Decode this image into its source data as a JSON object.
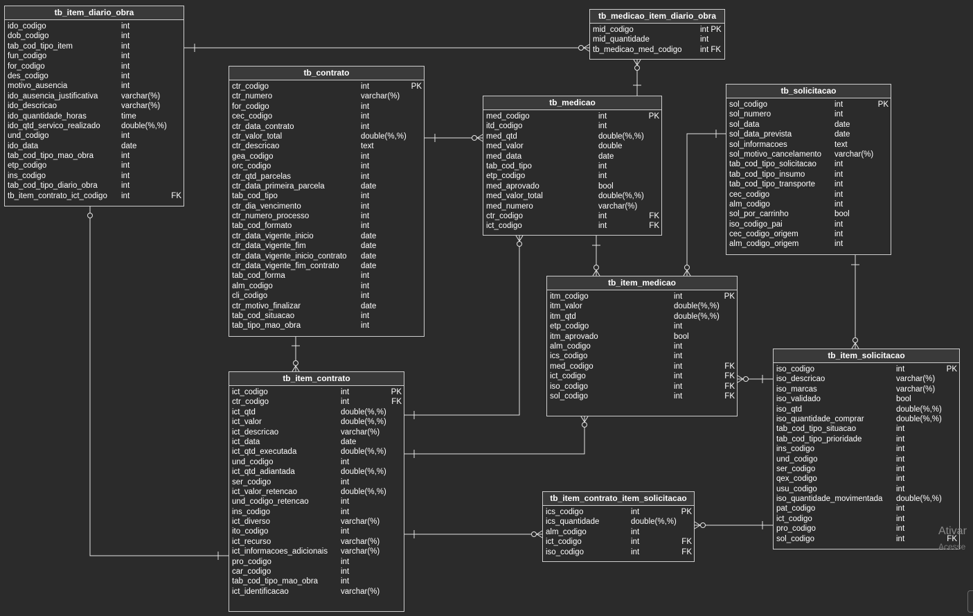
{
  "entities": [
    {
      "id": "tb_item_diario_obra",
      "title": "tb_item_diario_obra",
      "columns": [
        [
          "ido_codigo",
          "int",
          ""
        ],
        [
          "dob_codigo",
          "int",
          ""
        ],
        [
          "tab_cod_tipo_item",
          "int",
          ""
        ],
        [
          "fun_codigo",
          "int",
          ""
        ],
        [
          "for_codigo",
          "int",
          ""
        ],
        [
          "des_codigo",
          "int",
          ""
        ],
        [
          "motivo_ausencia",
          "int",
          ""
        ],
        [
          "ido_ausencia_justificativa",
          "varchar(%)",
          ""
        ],
        [
          "ido_descricao",
          "varchar(%)",
          ""
        ],
        [
          "ido_quantidade_horas",
          "time",
          ""
        ],
        [
          "ido_qtd_servico_realizado",
          "double(%,%)",
          ""
        ],
        [
          "und_codigo",
          "int",
          ""
        ],
        [
          "ido_data",
          "date",
          ""
        ],
        [
          "tab_cod_tipo_mao_obra",
          "int",
          ""
        ],
        [
          "etp_codigo",
          "int",
          ""
        ],
        [
          "ins_codigo",
          "int",
          ""
        ],
        [
          "tab_cod_tipo_diario_obra",
          "int",
          ""
        ],
        [
          "tb_item_contrato_ict_codigo",
          "int",
          "FK"
        ]
      ]
    },
    {
      "id": "tb_medicao_item_diario_obra",
      "title": "tb_medicao_item_diario_obra",
      "columns": [
        [
          "mid_codigo",
          "int PK",
          ""
        ],
        [
          "mid_quantidade",
          "int",
          ""
        ],
        [
          "tb_medicao_med_codigo",
          "int FK",
          ""
        ]
      ]
    },
    {
      "id": "tb_contrato",
      "title": "tb_contrato",
      "columns": [
        [
          "ctr_codigo",
          "int",
          "PK"
        ],
        [
          "ctr_numero",
          "varchar(%)",
          ""
        ],
        [
          "for_codigo",
          "int",
          ""
        ],
        [
          "cec_codigo",
          "int",
          ""
        ],
        [
          "ctr_data_contrato",
          "int",
          ""
        ],
        [
          "ctr_valor_total",
          "double(%,%)",
          ""
        ],
        [
          "ctr_descricao",
          "text",
          ""
        ],
        [
          "gea_codigo",
          "int",
          ""
        ],
        [
          "orc_codigo",
          "int",
          ""
        ],
        [
          "ctr_qtd_parcelas",
          "int",
          ""
        ],
        [
          "ctr_data_primeira_parcela",
          "date",
          ""
        ],
        [
          "tab_cod_tipo",
          "int",
          ""
        ],
        [
          "ctr_dia_vencimento",
          "int",
          ""
        ],
        [
          "ctr_numero_processo",
          "int",
          ""
        ],
        [
          "tab_cod_formato",
          "int",
          ""
        ],
        [
          "ctr_data_vigente_inicio",
          "date",
          ""
        ],
        [
          "ctr_data_vigente_fim",
          "date",
          ""
        ],
        [
          "ctr_data_vigente_inicio_contrato",
          "date",
          ""
        ],
        [
          "ctr_data_vigente_fim_contrato",
          "date",
          ""
        ],
        [
          "tab_cod_forma",
          "int",
          ""
        ],
        [
          "alm_codigo",
          "int",
          ""
        ],
        [
          "cli_codigo",
          "int",
          ""
        ],
        [
          "ctr_motivo_finalizar",
          "date",
          ""
        ],
        [
          "tab_cod_situacao",
          "int",
          ""
        ],
        [
          "tab_tipo_mao_obra",
          "int",
          ""
        ]
      ]
    },
    {
      "id": "tb_medicao",
      "title": "tb_medicao",
      "columns": [
        [
          "med_codigo",
          "int",
          "PK"
        ],
        [
          "itd_codigo",
          "int",
          ""
        ],
        [
          "med_qtd",
          "double(%,%)",
          ""
        ],
        [
          "med_valor",
          "double",
          ""
        ],
        [
          "med_data",
          "date",
          ""
        ],
        [
          "tab_cod_tipo",
          "int",
          ""
        ],
        [
          "etp_codigo",
          "int",
          ""
        ],
        [
          "med_aprovado",
          "bool",
          ""
        ],
        [
          "med_valor_total",
          "double(%,%)",
          ""
        ],
        [
          "med_numero",
          "varchar(%)",
          ""
        ],
        [
          "ctr_codigo",
          "int",
          "FK"
        ],
        [
          "ict_codigo",
          "int",
          "FK"
        ]
      ]
    },
    {
      "id": "tb_solicitacao",
      "title": "tb_solicitacao",
      "columns": [
        [
          "sol_codigo",
          "int",
          "PK"
        ],
        [
          "sol_numero",
          "int",
          ""
        ],
        [
          "sol_data",
          "date",
          ""
        ],
        [
          "sol_data_prevista",
          "date",
          ""
        ],
        [
          "sol_informacoes",
          "text",
          ""
        ],
        [
          "sol_motivo_cancelamento",
          "varchar(%)",
          ""
        ],
        [
          "tab_cod_tipo_solicitacao",
          "int",
          ""
        ],
        [
          "tab_cod_tipo_insumo",
          "int",
          ""
        ],
        [
          "tab_cod_tipo_transporte",
          "int",
          ""
        ],
        [
          "cec_codigo",
          "int",
          ""
        ],
        [
          "alm_codigo",
          "int",
          ""
        ],
        [
          "sol_por_carrinho",
          "bool",
          ""
        ],
        [
          "iso_codigo_pai",
          "int",
          ""
        ],
        [
          "cec_codigo_origem",
          "int",
          ""
        ],
        [
          "alm_codigo_origem",
          "int",
          ""
        ]
      ]
    },
    {
      "id": "tb_item_medicao",
      "title": "tb_item_medicao",
      "columns": [
        [
          "itm_codigo",
          "int",
          "PK"
        ],
        [
          "itm_valor",
          "double(%,%)",
          ""
        ],
        [
          "itm_qtd",
          "double(%,%)",
          ""
        ],
        [
          "etp_codigo",
          "int",
          ""
        ],
        [
          "itm_aprovado",
          "bool",
          ""
        ],
        [
          "alm_codigo",
          "int",
          ""
        ],
        [
          "ics_codigo",
          "int",
          ""
        ],
        [
          "med_codigo",
          "int",
          "FK"
        ],
        [
          "ict_codigo",
          "int",
          "FK"
        ],
        [
          "iso_codigo",
          "int",
          "FK"
        ],
        [
          "sol_codigo",
          "int",
          "FK"
        ]
      ]
    },
    {
      "id": "tb_item_contrato",
      "title": "tb_item_contrato",
      "columns": [
        [
          "ict_codigo",
          "int",
          "PK"
        ],
        [
          "ctr_codigo",
          "int",
          "FK"
        ],
        [
          "ict_qtd",
          "double(%,%)",
          ""
        ],
        [
          "ict_valor",
          "double(%,%)",
          ""
        ],
        [
          "ict_descricao",
          "varchar(%)",
          ""
        ],
        [
          "ict_data",
          "date",
          ""
        ],
        [
          "ict_qtd_executada",
          "double(%,%)",
          ""
        ],
        [
          "und_codigo",
          "int",
          ""
        ],
        [
          "ict_qtd_adiantada",
          "double(%,%)",
          ""
        ],
        [
          "ser_codigo",
          "int",
          ""
        ],
        [
          "ict_valor_retencao",
          "double(%,%)",
          ""
        ],
        [
          "und_codigo_retencao",
          "int",
          ""
        ],
        [
          "ins_codigo",
          "int",
          ""
        ],
        [
          "ict_diverso",
          "varchar(%)",
          ""
        ],
        [
          "ito_codigo",
          "int",
          ""
        ],
        [
          "ict_recurso",
          "varchar(%)",
          ""
        ],
        [
          "ict_informacoes_adicionais",
          "varchar(%)",
          ""
        ],
        [
          "pro_codigo",
          "int",
          ""
        ],
        [
          "car_codigo",
          "int",
          ""
        ],
        [
          "tab_cod_tipo_mao_obra",
          "int",
          ""
        ],
        [
          "ict_identificacao",
          "varchar(%)",
          ""
        ]
      ]
    },
    {
      "id": "tb_item_contrato_item_solicitacao",
      "title": "tb_item_contrato_item_solicitacao",
      "columns": [
        [
          "ics_codigo",
          "int",
          "PK"
        ],
        [
          "ics_quantidade",
          "double(%,%)",
          ""
        ],
        [
          "alm_codigo",
          "int",
          ""
        ],
        [
          "ict_codigo",
          "int",
          "FK"
        ],
        [
          "iso_codigo",
          "int",
          "FK"
        ]
      ]
    },
    {
      "id": "tb_item_solicitacao",
      "title": "tb_item_solicitacao",
      "columns": [
        [
          "iso_codigo",
          "int",
          "PK"
        ],
        [
          "iso_descricao",
          "varchar(%)",
          ""
        ],
        [
          "iso_marcas",
          "varchar(%)",
          ""
        ],
        [
          "iso_validado",
          "bool",
          ""
        ],
        [
          "iso_qtd",
          "double(%,%)",
          ""
        ],
        [
          "iso_quantidade_comprar",
          "double(%,%)",
          ""
        ],
        [
          "tab_cod_tipo_situacao",
          "int",
          ""
        ],
        [
          "tab_cod_tipo_prioridade",
          "int",
          ""
        ],
        [
          "ins_codigo",
          "int",
          ""
        ],
        [
          "und_codigo",
          "int",
          ""
        ],
        [
          "ser_codigo",
          "int",
          ""
        ],
        [
          "qex_codigo",
          "int",
          ""
        ],
        [
          "usu_codigo",
          "int",
          ""
        ],
        [
          "iso_quantidade_movimentada",
          "double(%,%)",
          ""
        ],
        [
          "pat_codigo",
          "int",
          ""
        ],
        [
          "ict_codigo",
          "int",
          ""
        ],
        [
          "pro_codigo",
          "int",
          ""
        ],
        [
          "sol_codigo",
          "int",
          "FK"
        ]
      ]
    }
  ],
  "watermark": {
    "line1": "Ativar",
    "line2": "Acesse"
  },
  "colors": {
    "background": "#2b2b2b",
    "border": "#cfcfcf",
    "text": "#ffffff",
    "line": "#e6e6e6"
  }
}
